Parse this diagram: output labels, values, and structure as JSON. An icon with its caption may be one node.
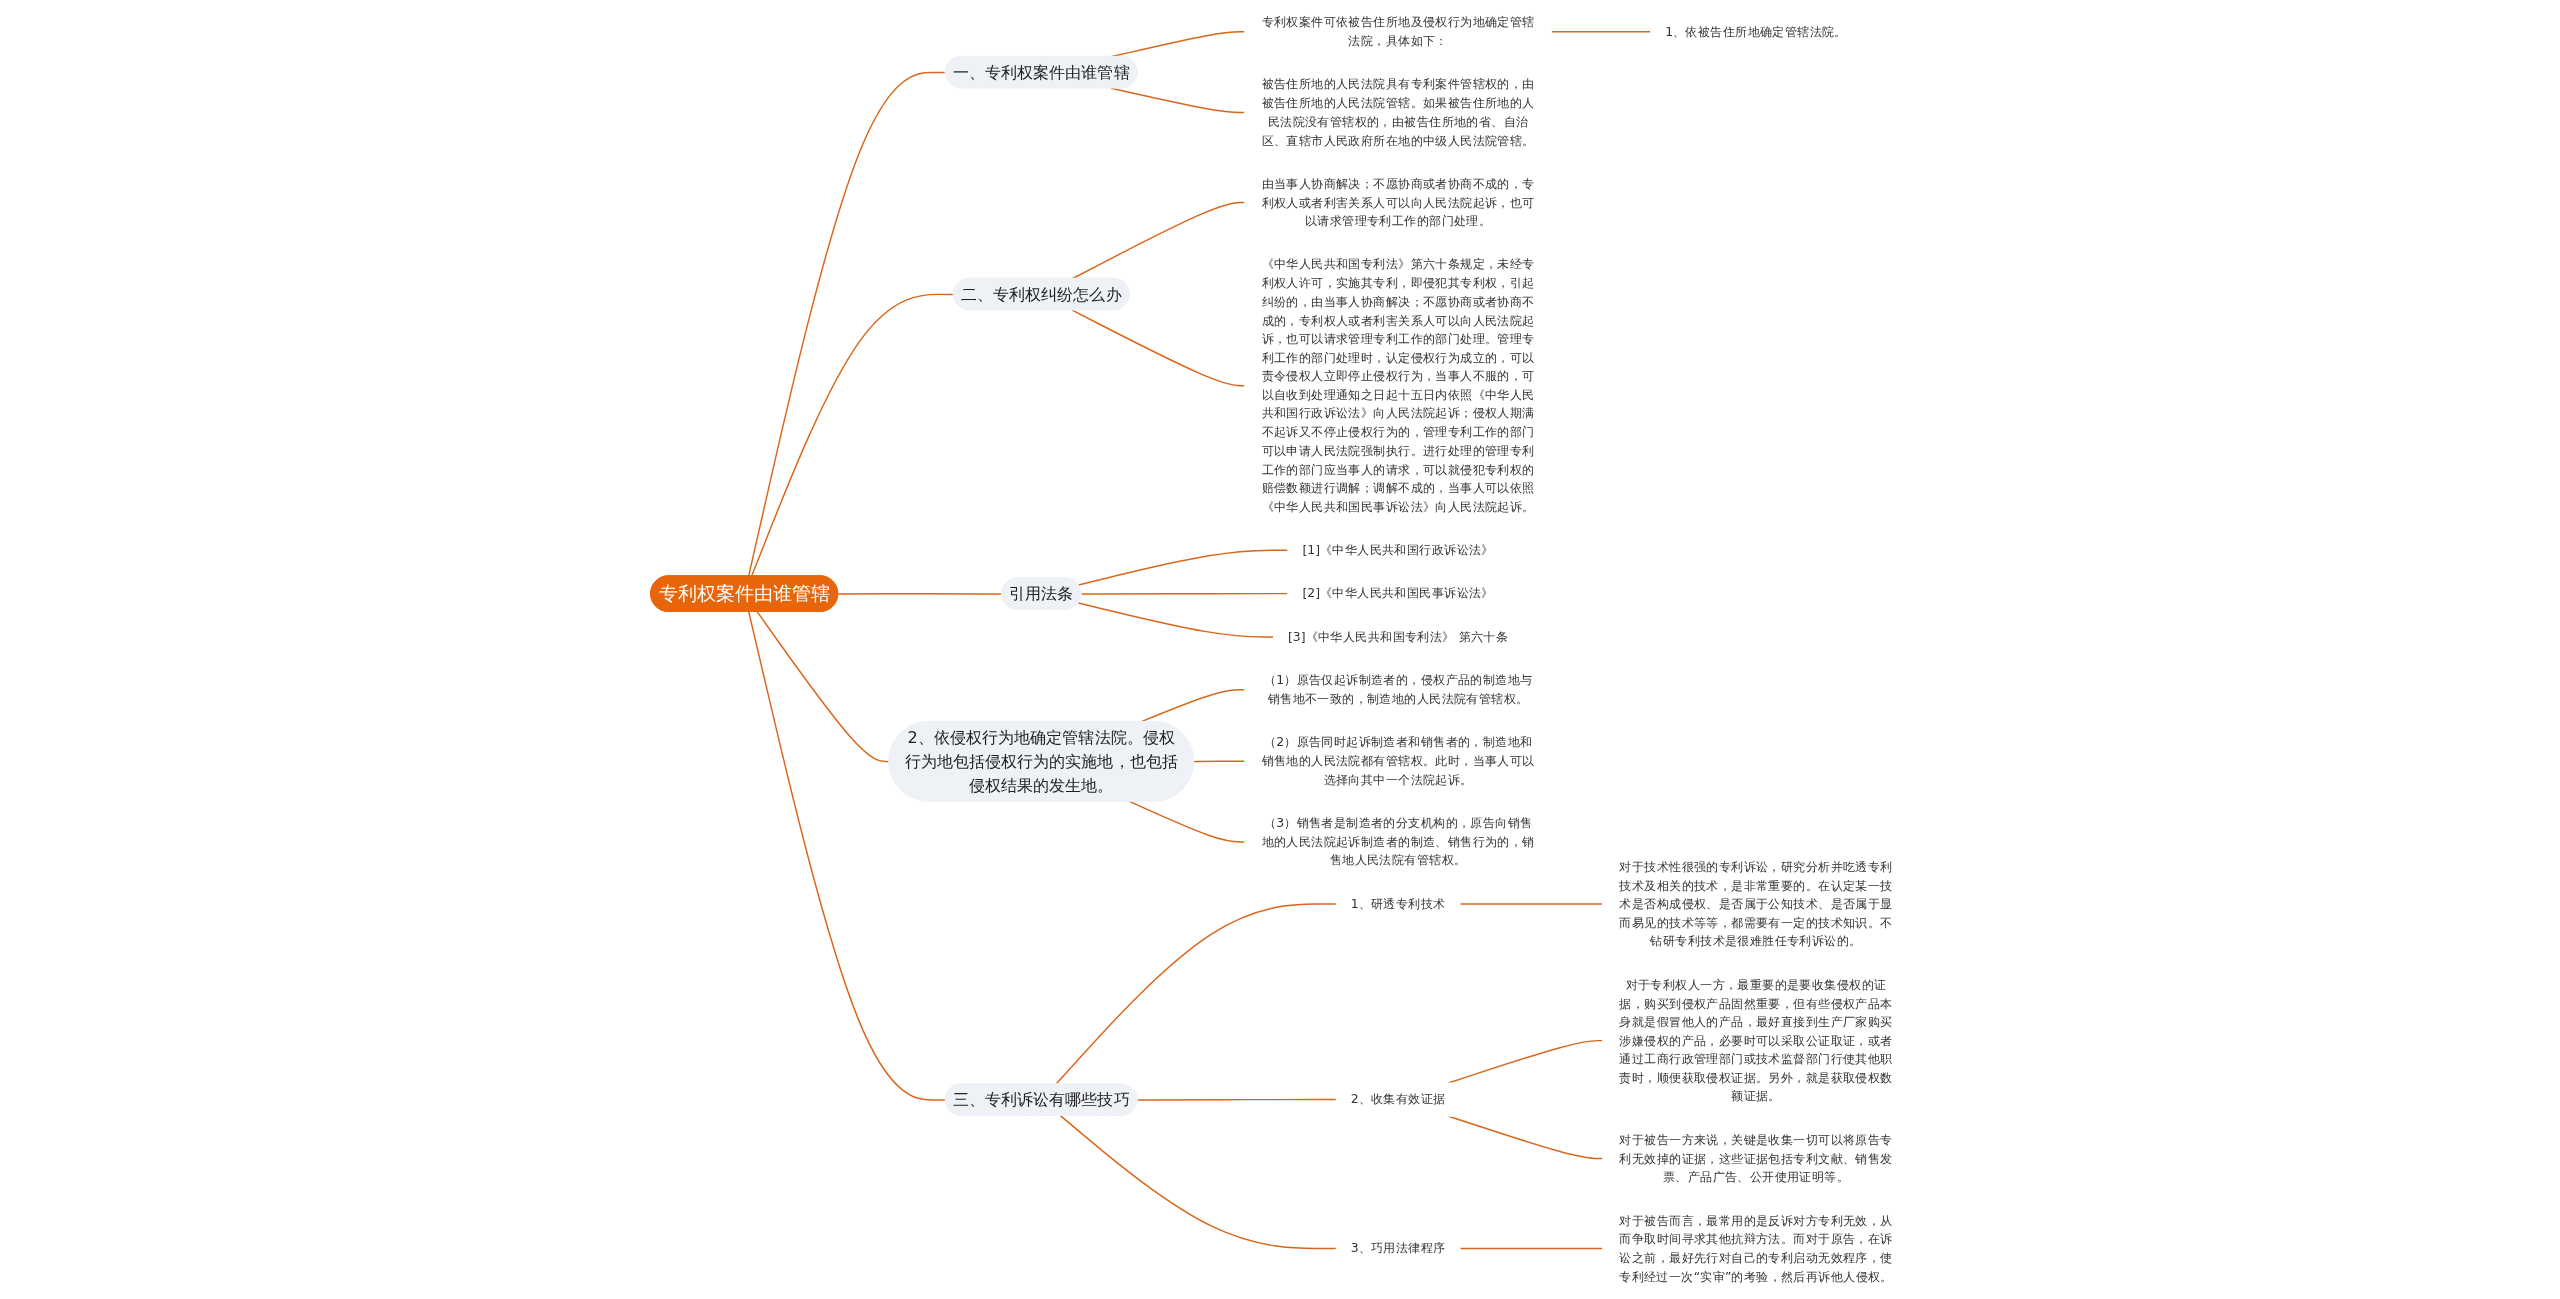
{
  "diagram": {
    "nodes": [
      {
        "text": [
          "专利权案件由谁管辖"
        ]
      },
      {
        "text": [
          "一、专利权案件由谁管辖"
        ]
      },
      {
        "text": [
          "专利权案件可依被告住所地及侵权行为地确定管辖法院，具体如下："
        ]
      },
      {
        "text": [
          "1、依被告住所地确定管辖法院。"
        ]
      },
      {
        "text": [
          "被告住所地的人民法院具有专利案件管辖权的，由被告住所地的人民法院管辖。如果被告住所地的人民法院没有管辖权的，由被告住所地的省、自治区、直辖市人民政府所在地的中级人民法院管辖。"
        ]
      },
      {
        "text": [
          "二、专利权纠纷怎么办"
        ]
      },
      {
        "text": [
          "由当事人协商解决；不愿协商或者协商不成的，专利权人或者利害关系人可以向人民法院起诉，也可以请求管理专利工作的部门处理。"
        ]
      },
      {
        "text": [
          "《中华人民共和国专利法》第六十条规定，未经专利权人许可，实施其专利，即侵犯其专利权，引起纠纷的，由当事人协商解决；不愿协商或者协商不成的，专利权人或者利害关系人可以向人民法院起诉，也可以请求管理专利工作的部门处理。管理专利工作的部门处理时，认定侵权行为成立的，可以责令侵权人立即停止侵权行为，当事人不服的，可以自收到处理通知之日起十五日内依照《中华人民共和国行政诉讼法》向人民法院起诉；侵权人期满不起诉又不停止侵权行为的，管理专利工作的部门可以申请人民法院强制执行。进行处理的管理专利工作的部门应当事人的请求，可以就侵犯专利权的赔偿数额进行调解；调解不成的，当事人可以依照《中华人民共和国民事诉讼法》向人民法院起诉。"
        ]
      },
      {
        "text": [
          "引用法条"
        ]
      },
      {
        "text": [
          "[1]《中华人民共和国行政诉讼法》"
        ]
      },
      {
        "text": [
          "[2]《中华人民共和国民事诉讼法》"
        ]
      },
      {
        "text": [
          "[3]《中华人民共和国专利法》 第六十条"
        ]
      },
      {
        "text": [
          "2、依侵权行为地确定管辖法院。侵权行为地包括侵权行为的实施地，也包括侵权结果的发生地。"
        ]
      },
      {
        "text": [
          "（1）原告仅起诉制造者的，侵权产品的制造地与销售地不一致的，制造地的人民法院有管辖权。"
        ]
      },
      {
        "text": [
          "（2）原告同时起诉制造者和销售者的，制造地和销售地的人民法院都有管辖权。此时，当事人可以选择向其中一个法院起诉。"
        ]
      },
      {
        "text": [
          "（3）销售者是制造者的分支机构的，原告向销售地的人民法院起诉制造者的制造、销售行为的，销售地人民法院有管辖权。"
        ]
      },
      {
        "text": [
          "三、专利诉讼有哪些技巧"
        ]
      },
      {
        "text": [
          "1、研透专利技术"
        ]
      },
      {
        "text": [
          "对于技术性很强的专利诉讼，研究分析并吃透专利技术及相关的技术，是非常重要的。在认定某一技术是否构成侵权、是否属于公知技术、是否属于显而易见的技术等等，都需要有一定的技术知识。不钻研专利技术是很难胜任专利诉讼的。"
        ]
      },
      {
        "text": [
          "2、收集有效证据"
        ]
      },
      {
        "text": [
          "对于专利权人一方，最重要的是要收集侵权的证据，购买到侵权产品固然重要，但有些侵权产品本身就是假冒他人的产品，最好直接到生产厂家购买涉嫌侵权的产品，必要时可以采取公证取证，或者通过工商行政管理部门或技术监督部门行使其他职责时，顺便获取侵权证据。另外，就是获取侵权数额证据。"
        ]
      },
      {
        "text": [
          "对于被告一方来说，关键是收集一切可以将原告专利无效掉的证据，这些证据包括专利文献、销售发票、产品广告、公开使用证明等。"
        ]
      },
      {
        "text": [
          "3、巧用法律程序"
        ]
      },
      {
        "text": [
          "对于被告而言，最常用的是反诉对方专利无效，从而争取时间寻求其他抗辩方法。而对于原告，在诉讼之前，最好先行对自己的专利启动无效程序，使专利经过一次“实审”的考验，然后再诉他人侵权。"
        ]
      }
    ],
    "edges": [
      {
        "from": 0,
        "to": 1,
        "arrow": "none"
      },
      {
        "from": 1,
        "to": 2,
        "arrow": "none"
      },
      {
        "from": 2,
        "to": 3,
        "arrow": "none"
      },
      {
        "from": 1,
        "to": 4,
        "arrow": "none"
      },
      {
        "from": 0,
        "to": 5,
        "arrow": "none"
      },
      {
        "from": 5,
        "to": 6,
        "arrow": "none"
      },
      {
        "from": 5,
        "to": 7,
        "arrow": "none"
      },
      {
        "from": 0,
        "to": 8,
        "arrow": "none"
      },
      {
        "from": 8,
        "to": 9,
        "arrow": "none"
      },
      {
        "from": 8,
        "to": 10,
        "arrow": "none"
      },
      {
        "from": 8,
        "to": 11,
        "arrow": "none"
      },
      {
        "from": 0,
        "to": 12,
        "arrow": "none"
      },
      {
        "from": 12,
        "to": 13,
        "arrow": "none"
      },
      {
        "from": 12,
        "to": 14,
        "arrow": "none"
      },
      {
        "from": 12,
        "to": 15,
        "arrow": "none"
      },
      {
        "from": 0,
        "to": 16,
        "arrow": "none"
      },
      {
        "from": 16,
        "to": 17,
        "arrow": "none"
      },
      {
        "from": 17,
        "to": 18,
        "arrow": "none"
      },
      {
        "from": 16,
        "to": 19,
        "arrow": "none"
      },
      {
        "from": 19,
        "to": 20,
        "arrow": "none"
      },
      {
        "from": 19,
        "to": 21,
        "arrow": "none"
      },
      {
        "from": 16,
        "to": 22,
        "arrow": "none"
      },
      {
        "from": 22,
        "to": 23,
        "arrow": "none"
      }
    ]
  }
}
